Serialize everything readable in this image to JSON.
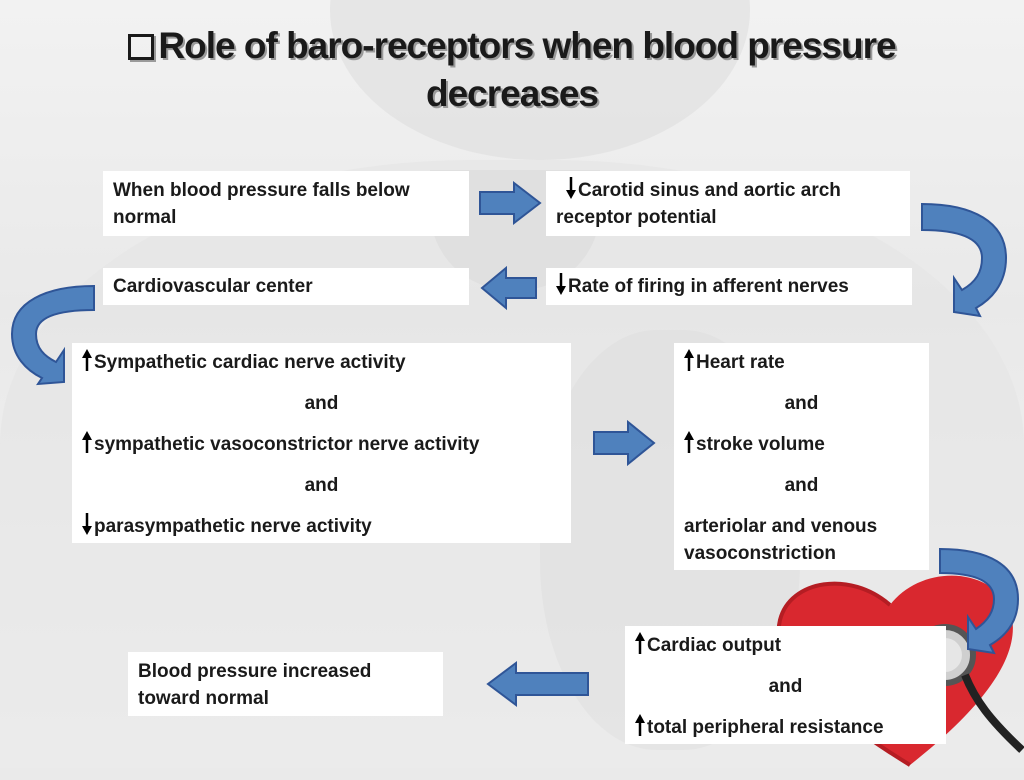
{
  "title": "Role of baro-receptors when blood pressure decreases",
  "title_line1": "Role of baro-receptors when blood pressure",
  "title_line2": "decreases",
  "colors": {
    "arrow_fill": "#4f81bd",
    "arrow_stroke": "#2f5597",
    "heart": "#d9282f",
    "box_bg": "#ffffff",
    "text": "#1a1a1a"
  },
  "steps": {
    "bp_falls": "When blood pressure falls below normal",
    "receptor": "Carotid sinus and aortic arch receptor potential",
    "firing": "Rate of firing in afferent nerves",
    "cv_center": "Cardiovascular center",
    "nerve": {
      "l1": "Sympathetic cardiac nerve activity",
      "and1": "and",
      "l2": "sympathetic vasoconstrictor nerve activity",
      "and2": "and",
      "l3": "parasympathetic nerve activity"
    },
    "heart": {
      "l1": "Heart rate",
      "and1": "and",
      "l2": "stroke volume",
      "and2": "and",
      "l3": "arteriolar and venous vasoconstriction"
    },
    "output": {
      "l1": "Cardiac output",
      "and1": "and",
      "l2": "total peripheral resistance"
    },
    "result": "Blood pressure increased toward normal"
  }
}
